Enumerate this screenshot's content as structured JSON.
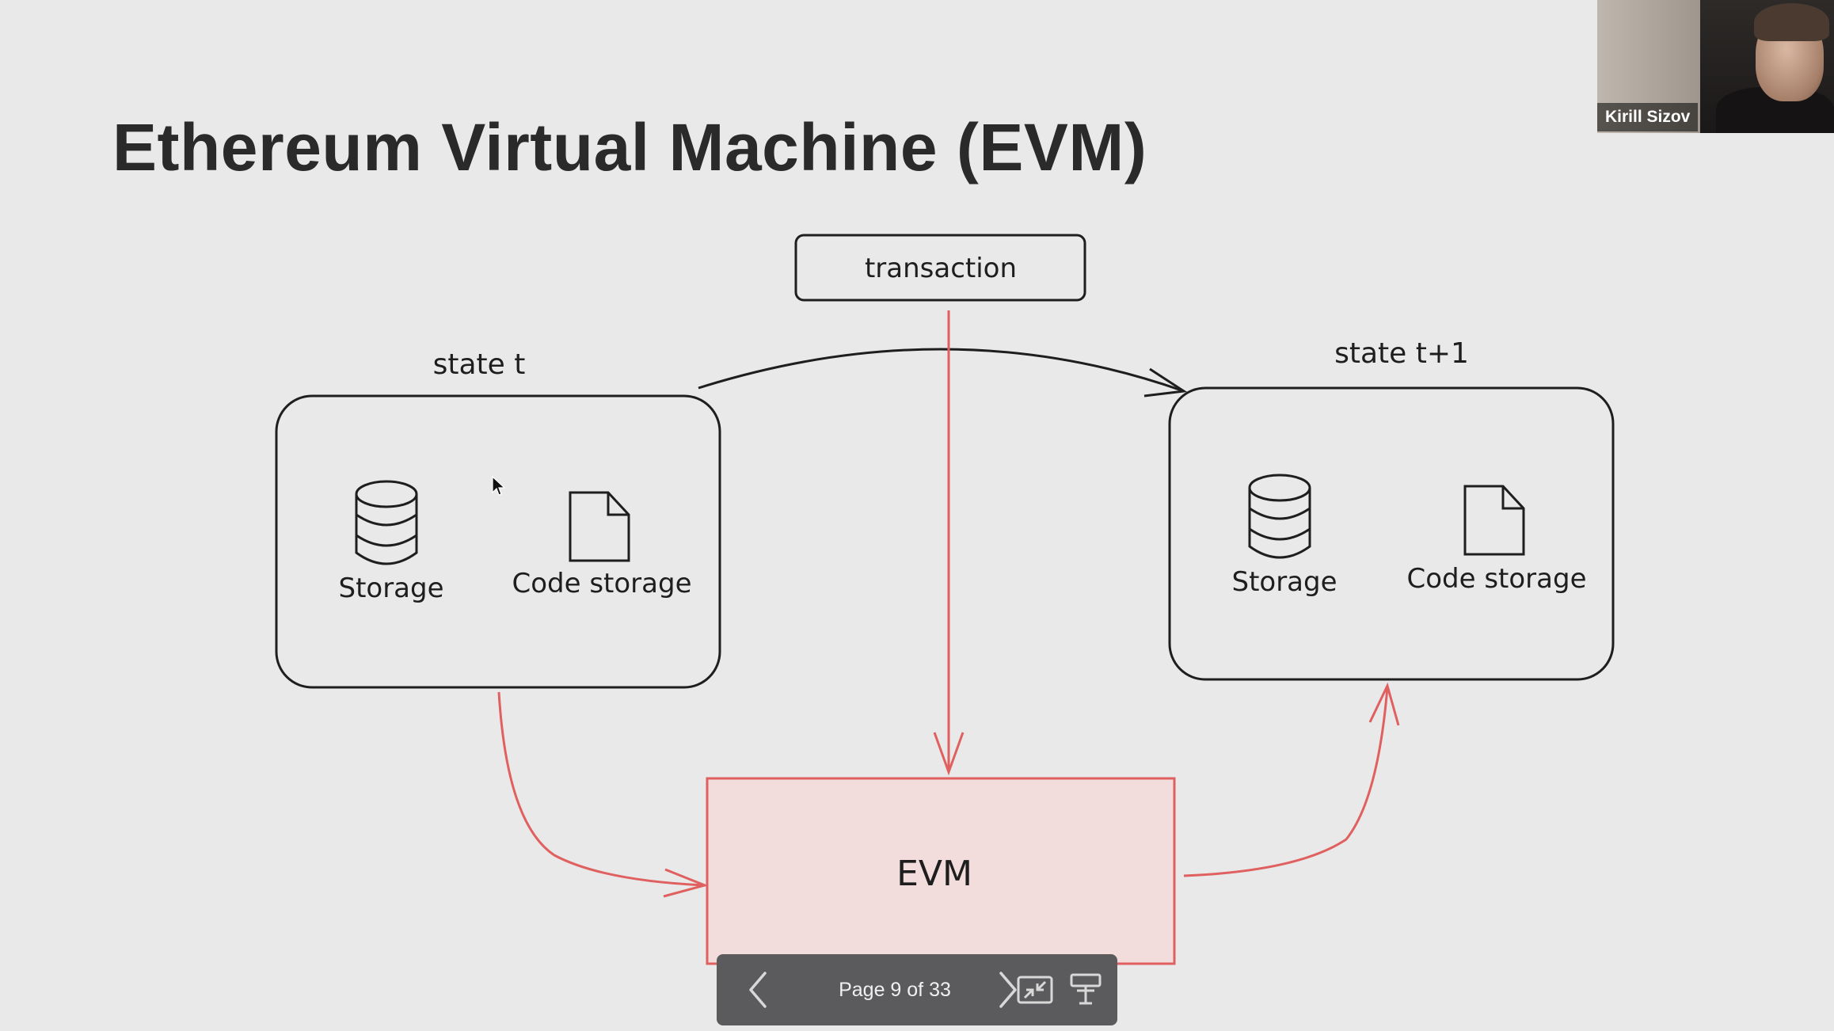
{
  "slide": {
    "title": "Ethereum Virtual Machine (EVM)",
    "diagram": {
      "transaction_label": "transaction",
      "state_t_label": "state t",
      "state_t1_label": "state t+1",
      "storage_label": "Storage",
      "code_storage_label": "Code storage",
      "evm_label": "EVM"
    }
  },
  "video": {
    "participant_name": "Kirill Sizov"
  },
  "toolbar": {
    "page_indicator": "Page 9 of 33",
    "prev_icon": "chevron-left-icon",
    "next_icon": "chevron-right-icon",
    "exit_fullscreen_icon": "exit-fullscreen-icon",
    "presenter_icon": "presenter-icon"
  },
  "colors": {
    "slide_bg": "#e9e9ea",
    "ink": "#1e1e1e",
    "red": "#e06060",
    "evm_fill": "#f3dcdc",
    "toolbar_bg": "#5b5b5d"
  }
}
